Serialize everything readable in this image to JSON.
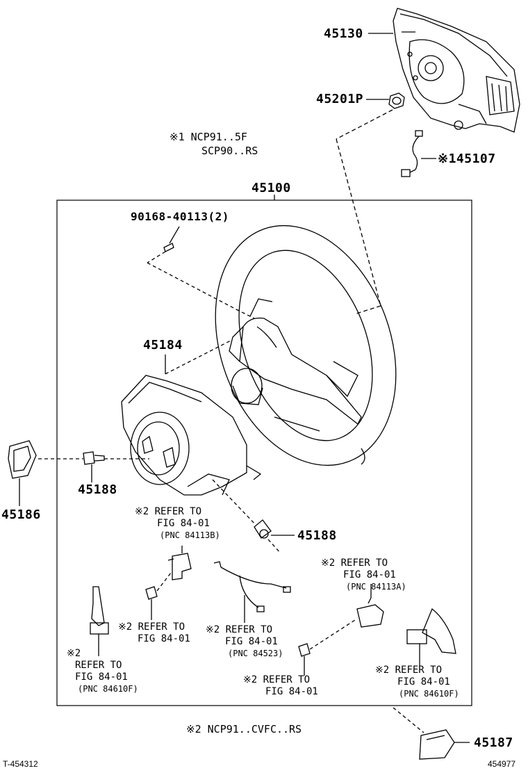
{
  "parts": {
    "p45130": "45130",
    "p45201p": "45201P",
    "p45107": "※145107",
    "p45100": "45100",
    "p90168": "90168-40113(2)",
    "p45184": "45184",
    "p45188a": "45188",
    "p45188b": "45188",
    "p45186": "45186",
    "p45187": "45187"
  },
  "notes": {
    "note1_line1": "※1 NCP91..5F",
    "note1_line2": "SCP90..RS",
    "note2": "※2 NCP91..CVFC..RS"
  },
  "refs": {
    "r1": {
      "l1": "※2 REFER TO",
      "l2": "FIG 84-01",
      "l3": "(PNC 84113B)"
    },
    "r2": {
      "l1": "※2 REFER TO",
      "l2": "FIG 84-01",
      "l3": "(PNC 84113A)"
    },
    "r3": {
      "l1": "※2 REFER TO",
      "l2": "FIG 84-01"
    },
    "r4": {
      "l1": "※2 REFER TO",
      "l2": "FIG 84-01",
      "l3": "(PNC 84523)"
    },
    "r5": {
      "l1": "※2",
      "l2": "REFER TO",
      "l3": "FIG 84-01",
      "l4": "(PNC 84610F)"
    },
    "r6": {
      "l1": "※2 REFER TO",
      "l2": "FIG 84-01"
    },
    "r7": {
      "l1": "※2 REFER TO",
      "l2": "FIG 84-01",
      "l3": "(PNC 84610F)"
    }
  },
  "footer": {
    "left_code": "T-454312",
    "right_code": "454977"
  },
  "icons": [
    "airbag-module-icon",
    "nut-icon",
    "wire-harness-icon",
    "steering-wheel-icon",
    "screw-icon",
    "cover-icon",
    "bolt-icon",
    "switch-icon",
    "paddle-shift-icon",
    "bezel-icon",
    "plate-icon"
  ]
}
